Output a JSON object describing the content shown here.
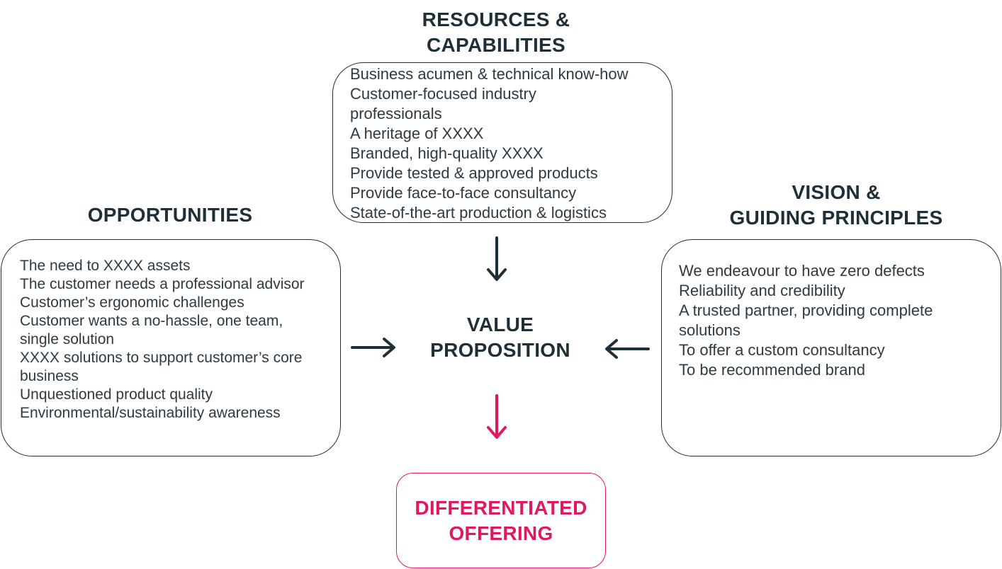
{
  "resources": {
    "title_line1": "RESOURCES &",
    "title_line2": "CAPABILITIES",
    "items": [
      "Business acumen & technical know-how",
      "Customer-focused industry professionals",
      "A heritage of XXXX",
      "Branded, high-quality XXXX",
      "Provide tested & approved products",
      "Provide face-to-face consultancy",
      "State-of-the-art production & logistics"
    ]
  },
  "opportunities": {
    "title": "OPPORTUNITIES",
    "items": [
      "The need to XXXX assets",
      "The customer needs a professional advisor",
      "Customer’s ergonomic challenges",
      "Customer wants a no-hassle, one team, single solution",
      "XXXX solutions to support customer’s core business",
      "Unquestioned product quality",
      "Environmental/sustainability awareness"
    ]
  },
  "vision": {
    "title_line1": "VISION &",
    "title_line2": "GUIDING PRINCIPLES",
    "items": [
      "We endeavour to have zero defects",
      "Reliability and credibility",
      "A trusted partner, providing complete solutions",
      "To offer a custom consultancy",
      "To be recommended brand"
    ]
  },
  "value_proposition": {
    "title_line1": "VALUE",
    "title_line2": "PROPOSITION"
  },
  "differentiated_offering": {
    "title_line1": "DIFFERENTIATED",
    "title_line2": "OFFERING"
  },
  "colors": {
    "dark_text": "#1e2f38",
    "accent_pink": "#e0185f",
    "box_border": "#2b2b2b"
  }
}
